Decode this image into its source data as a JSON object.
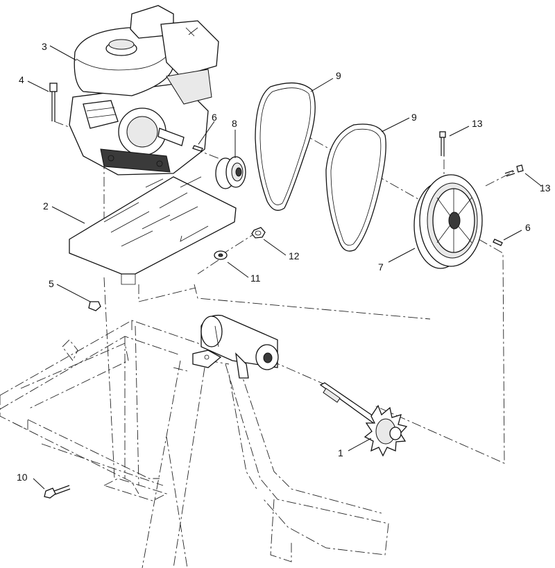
{
  "callouts": [
    {
      "id": "c1",
      "label": "1"
    },
    {
      "id": "c2",
      "label": "2"
    },
    {
      "id": "c3",
      "label": "3"
    },
    {
      "id": "c4",
      "label": "4"
    },
    {
      "id": "c5",
      "label": "5"
    },
    {
      "id": "c6a",
      "label": "6"
    },
    {
      "id": "c6b",
      "label": "6"
    },
    {
      "id": "c7",
      "label": "7"
    },
    {
      "id": "c8",
      "label": "8"
    },
    {
      "id": "c9a",
      "label": "9"
    },
    {
      "id": "c9b",
      "label": "9"
    },
    {
      "id": "c10",
      "label": "10"
    },
    {
      "id": "c11",
      "label": "11"
    },
    {
      "id": "c12",
      "label": "12"
    },
    {
      "id": "c13a",
      "label": "13"
    },
    {
      "id": "c13b",
      "label": "13"
    }
  ]
}
